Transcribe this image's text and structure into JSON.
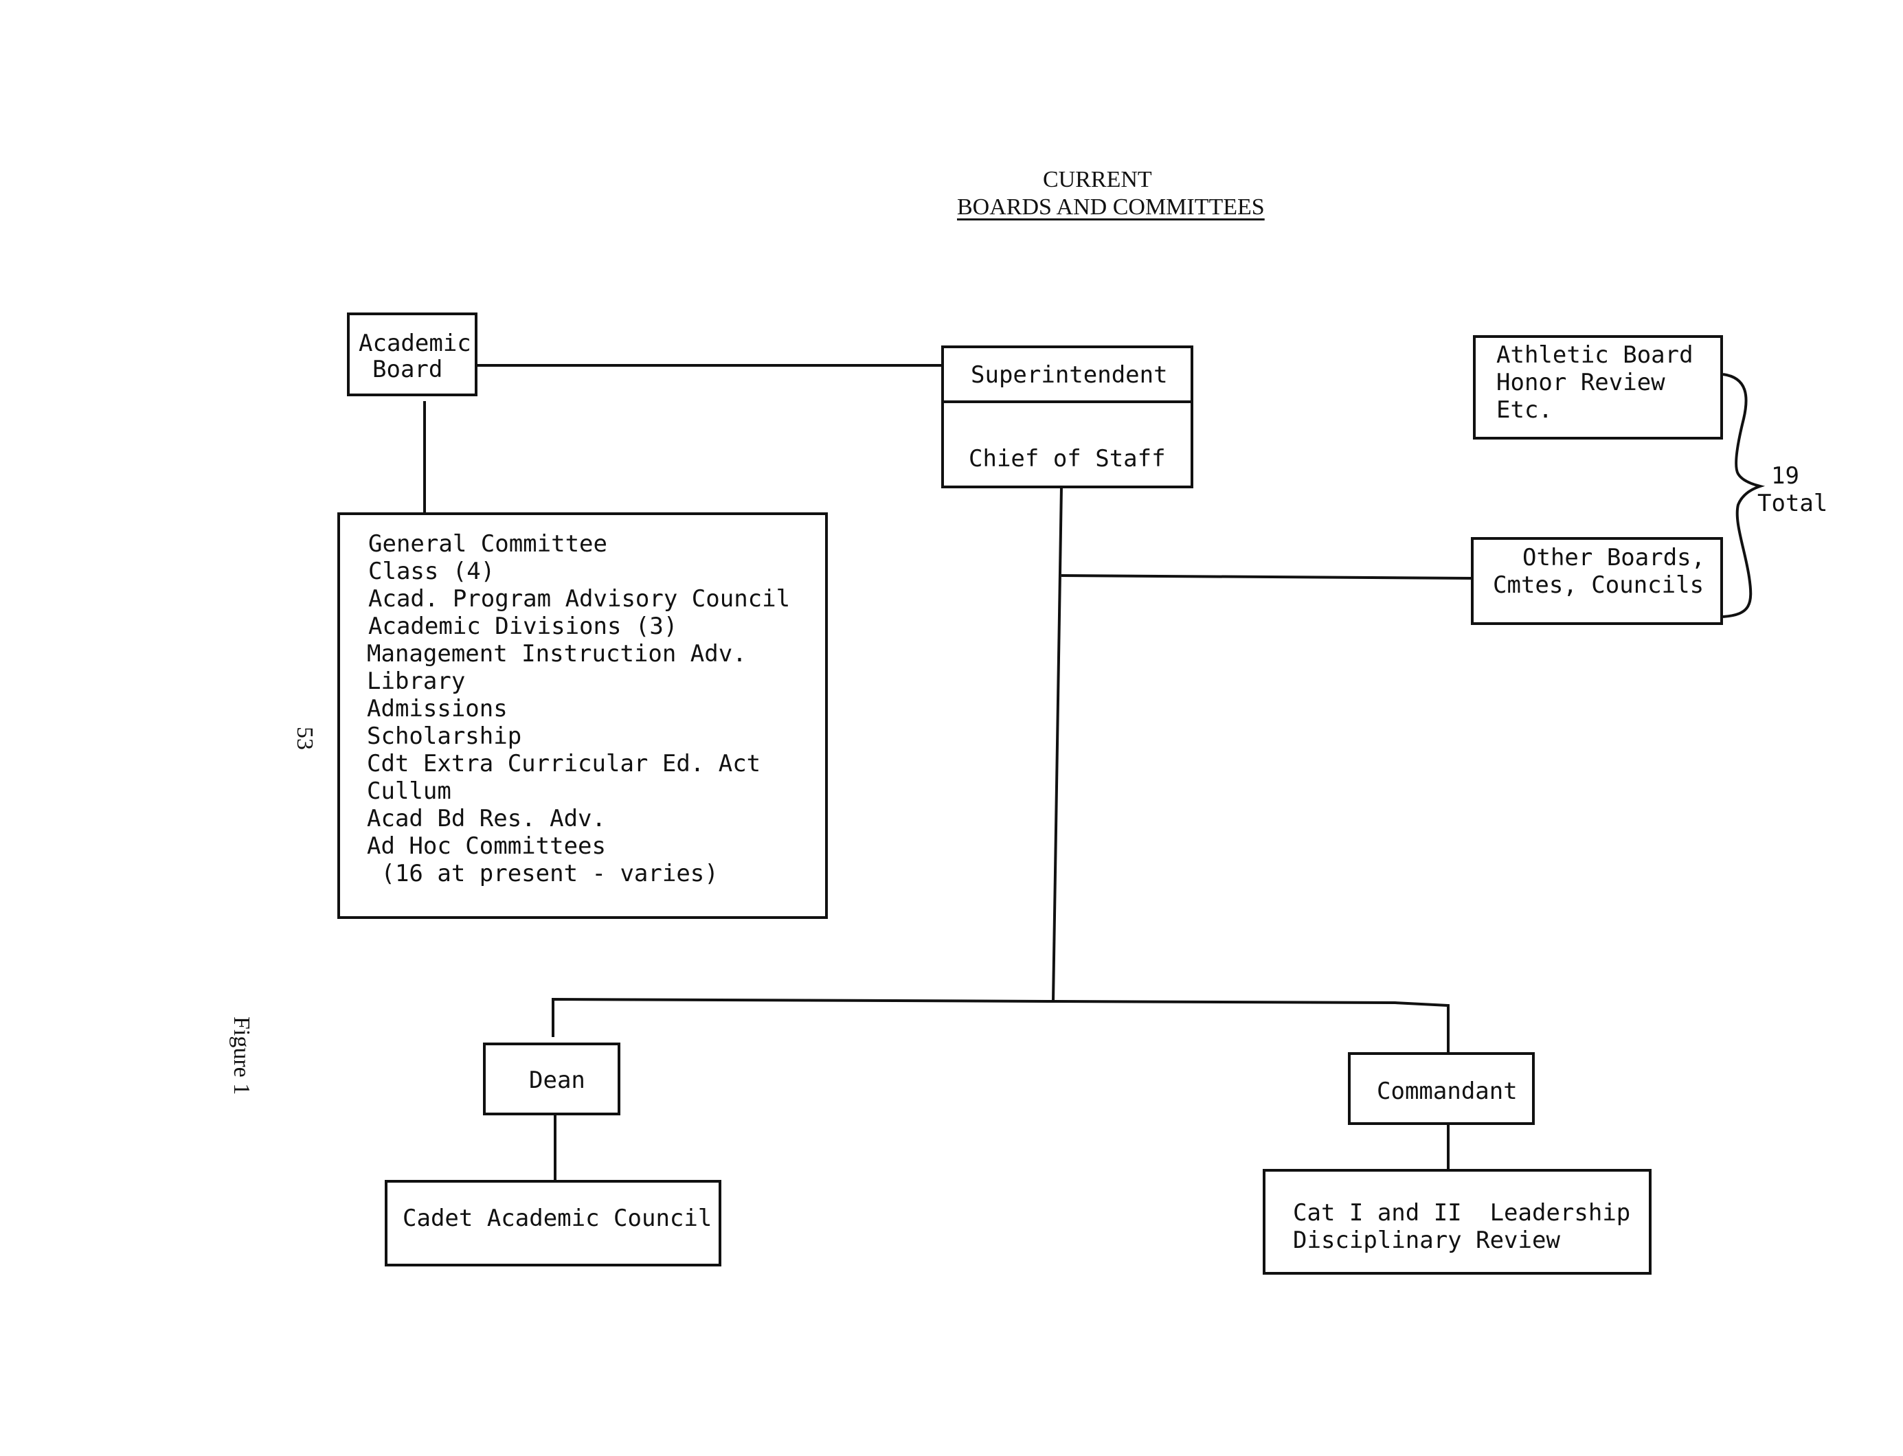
{
  "header": {
    "line1": "CURRENT",
    "line2": "BOARDS AND COMMITTEES"
  },
  "nodes": {
    "academic_board": [
      "Academic",
      "Board"
    ],
    "superintendent": "Superintendent",
    "chief_of_staff": "Chief of Staff",
    "athletic_group": [
      "Athletic Board",
      "Honor Review",
      "Etc."
    ],
    "other_boards": [
      "Other Boards,",
      "Cmtes, Councils"
    ],
    "committee_list": [
      "General Committee",
      "Class (4)",
      "Acad. Program Advisory Council",
      "Academic Divisions (3)",
      "Management Instruction Adv.",
      "Library",
      "Admissions",
      "Scholarship",
      "Cdt Extra Curricular Ed. Act",
      "Cullum",
      "Acad Bd Res. Adv.",
      "Ad Hoc Committees",
      " (16 at present - varies)"
    ],
    "dean": "Dean",
    "cadet_council": "Cadet Academic Council",
    "commandant": "Commandant",
    "cat_review": [
      "Cat I and II  Leadership",
      "Disciplinary Review"
    ]
  },
  "brace_label": [
    "19",
    "Total"
  ],
  "margin": {
    "page_number": "53",
    "figure_label": "Figure 1"
  }
}
